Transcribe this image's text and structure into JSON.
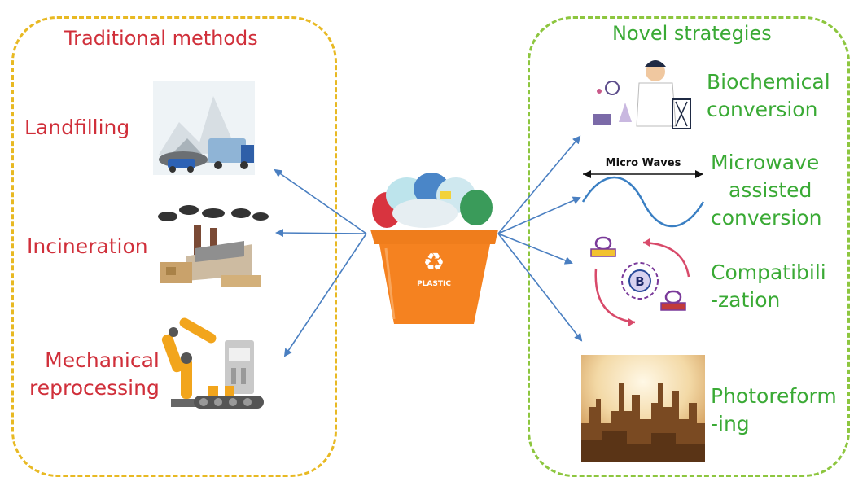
{
  "traditional": {
    "title": "Traditional methods",
    "items": [
      {
        "line1": "Landfilling"
      },
      {
        "line1": "Incineration"
      },
      {
        "line1": "Mechanical",
        "line2": "reprocessing"
      }
    ]
  },
  "novel": {
    "title": "Novel strategies",
    "items": [
      {
        "line1": "Biochemical",
        "line2": "conversion"
      },
      {
        "line1": "Microwave",
        "line2": "assisted",
        "line3": "conversion"
      },
      {
        "line1": "Compatibili",
        "line2": "-zation"
      },
      {
        "line1": "Photoreform",
        "line2": "-ing"
      }
    ]
  },
  "bin": {
    "label": "PLASTIC"
  },
  "microwave": {
    "label": "Micro Waves"
  },
  "compat": {
    "badge": "B"
  },
  "colors": {
    "traditional_border": "#e8b923",
    "novel_border": "#8dc63f",
    "traditional_text": "#d02f3a",
    "novel_text": "#3aaa35",
    "arrow": "#4a7fc1",
    "bin": "#f58220"
  }
}
